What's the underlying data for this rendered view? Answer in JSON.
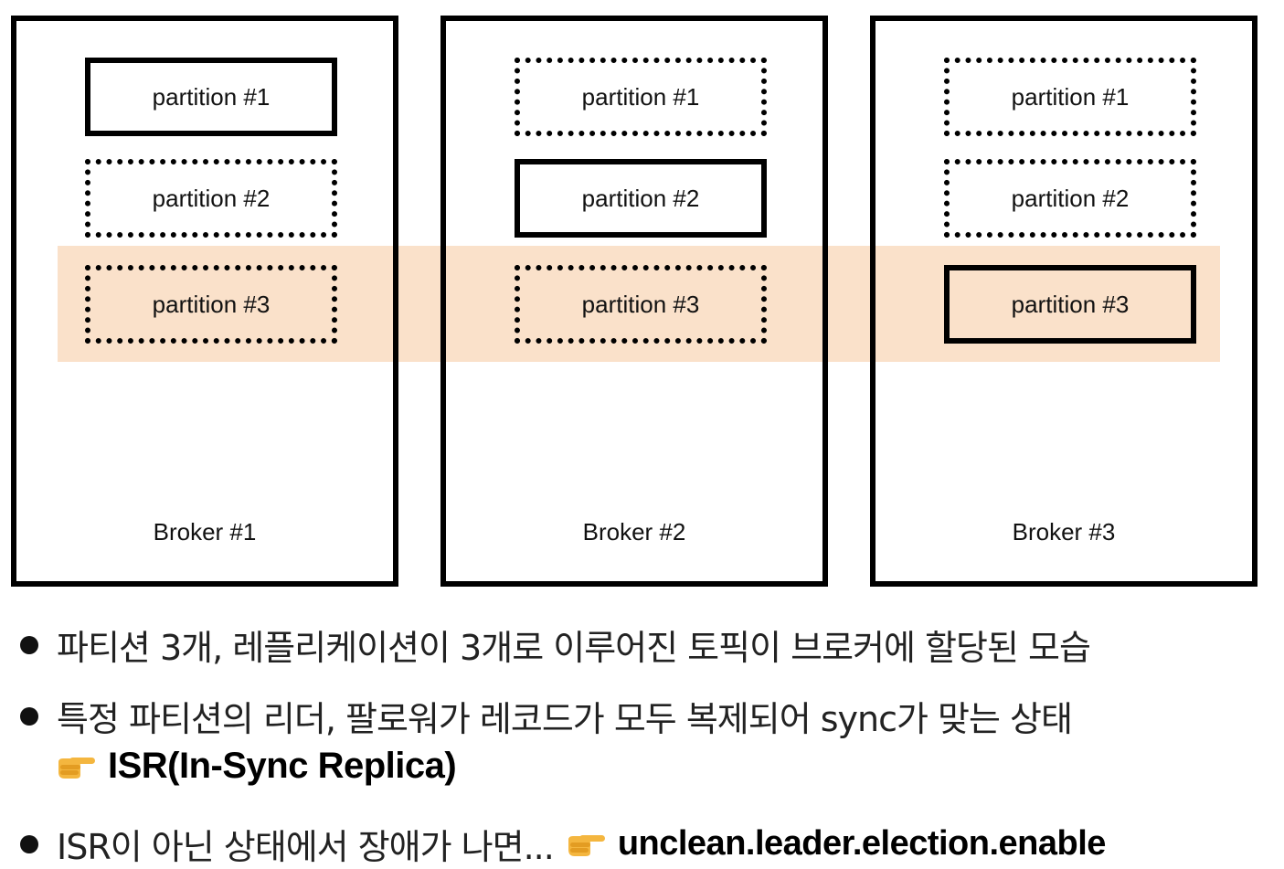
{
  "brokers": [
    {
      "label": "Broker #1",
      "partitions": [
        {
          "label": "partition #1",
          "role": "leader"
        },
        {
          "label": "partition #2",
          "role": "follower"
        },
        {
          "label": "partition #3",
          "role": "follower"
        }
      ]
    },
    {
      "label": "Broker #2",
      "partitions": [
        {
          "label": "partition #1",
          "role": "follower"
        },
        {
          "label": "partition #2",
          "role": "leader"
        },
        {
          "label": "partition #3",
          "role": "follower"
        }
      ]
    },
    {
      "label": "Broker #3",
      "partitions": [
        {
          "label": "partition #1",
          "role": "follower"
        },
        {
          "label": "partition #2",
          "role": "follower"
        },
        {
          "label": "partition #3",
          "role": "leader"
        }
      ]
    }
  ],
  "highlight_color": "#fae1ca",
  "bullets": {
    "line1": "파티션 3개, 레플리케이션이 3개로 이루어진 토픽이 브로커에 할당된 모습",
    "line2": "특정 파티션의 리더, 팔로워가 레코드가 모두 복제되어 sync가 맞는 상태",
    "line2_emphasis": "ISR(In-Sync Replica)",
    "line3": "ISR이 아닌 상태에서 장애가 나면...",
    "line3_emphasis": "unclean.leader.election.enable"
  },
  "icons": {
    "hand": "pointing-hand-right-icon"
  }
}
